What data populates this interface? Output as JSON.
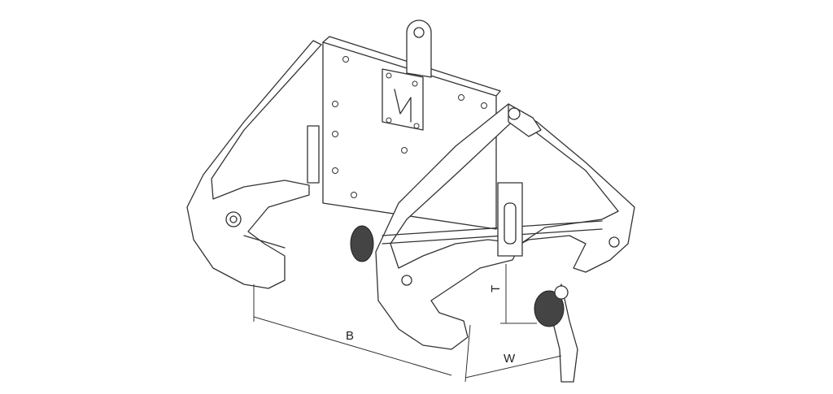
{
  "diagram": {
    "dimension_labels": {
      "width_b": "B",
      "thickness_t": "T",
      "width_w": "W"
    }
  }
}
